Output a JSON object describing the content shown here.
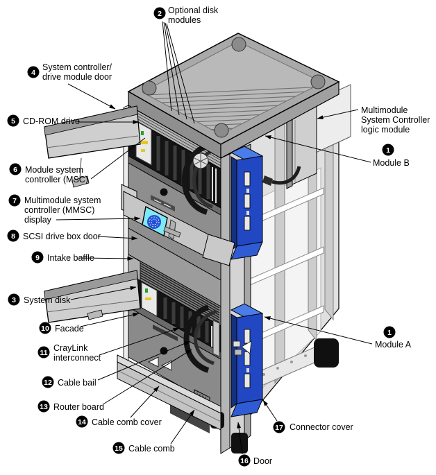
{
  "figure": {
    "description": "Exploded rack diagram with numbered callouts (server deskside/rack hardware)",
    "background": "#ffffff"
  },
  "colors": {
    "accent_blue": "#2148c2",
    "accent_blue_light": "#4a7de8",
    "accent_blue_dark": "#15307e",
    "accent_blue_flap": "#2f5bd4",
    "screen_cyan": "#7fe8f6",
    "globe_blue": "#2451d4",
    "led_green": "#2aa02a",
    "led_yellow": "#e8c820",
    "callout_bubble": "#000000"
  },
  "callouts": [
    {
      "id": "optional-disk-modules",
      "number": "2",
      "lines": [
        "Optional disk",
        "modules"
      ]
    },
    {
      "id": "system-controller-door",
      "number": "4",
      "lines": [
        "System controller/",
        "drive module door"
      ]
    },
    {
      "id": "cd-rom-drive",
      "number": "5",
      "lines": [
        "CD-ROM drive"
      ]
    },
    {
      "id": "module-system-controller",
      "number": "6",
      "lines": [
        "Module system",
        "controller (MSC)"
      ]
    },
    {
      "id": "mmsc-display",
      "number": "7",
      "lines": [
        "Multimodule system",
        "controller (MMSC)",
        "display"
      ]
    },
    {
      "id": "scsi-drive-box-door",
      "number": "8",
      "lines": [
        "SCSI drive box door"
      ]
    },
    {
      "id": "intake-baffle",
      "number": "9",
      "lines": [
        "Intake baffle"
      ]
    },
    {
      "id": "system-disk",
      "number": "3",
      "lines": [
        "System disk"
      ]
    },
    {
      "id": "facade",
      "number": "10",
      "lines": [
        "Facade"
      ]
    },
    {
      "id": "craylink-interconnect",
      "number": "11",
      "lines": [
        "CrayLink",
        "interconnect"
      ]
    },
    {
      "id": "cable-bail",
      "number": "12",
      "lines": [
        "Cable bail"
      ]
    },
    {
      "id": "router-board",
      "number": "13",
      "lines": [
        "Router board"
      ]
    },
    {
      "id": "cable-comb-cover",
      "number": "14",
      "lines": [
        "Cable comb cover"
      ]
    },
    {
      "id": "cable-comb",
      "number": "15",
      "lines": [
        "Cable comb"
      ]
    },
    {
      "id": "mmsc-logic-module",
      "number": "",
      "lines": [
        "Multimodule",
        "System Controller",
        "logic module"
      ]
    },
    {
      "id": "module-b",
      "number": "1",
      "lines": [
        "Module B"
      ]
    },
    {
      "id": "module-a",
      "number": "1",
      "lines": [
        "Module A"
      ]
    },
    {
      "id": "connector-cover",
      "number": "17",
      "lines": [
        "Connector cover"
      ]
    },
    {
      "id": "door",
      "number": "16",
      "lines": [
        "Door"
      ]
    }
  ]
}
